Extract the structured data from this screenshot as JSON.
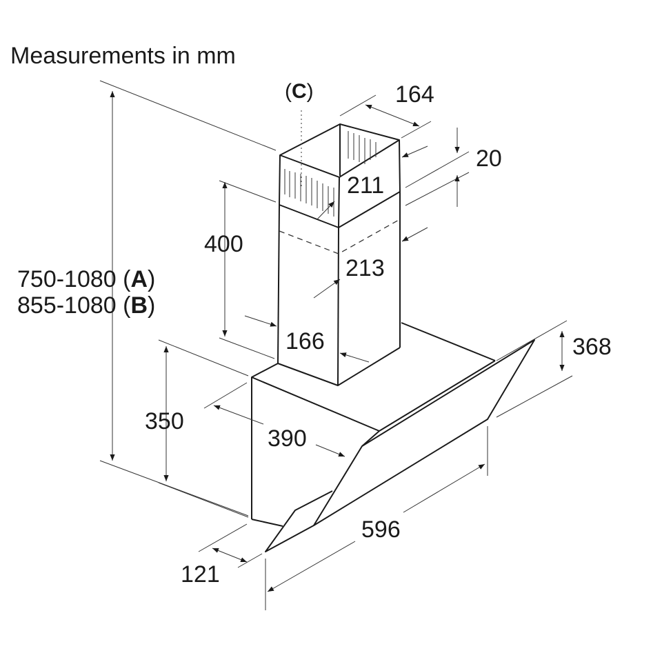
{
  "title": "Measurements in mm",
  "dimensions": {
    "total_height_a": "750-1080 (",
    "a": "A",
    "total_height_b": "855-1080 (",
    "b": "B",
    "close": ")",
    "chimney_lower": "400",
    "hood_height": "350",
    "chimney_width_top": "164",
    "overlap": "20",
    "c_open": "(",
    "c": "C",
    "c_close": ")",
    "inner_depth": "211",
    "outer_depth": "213",
    "chimney_width": "166",
    "glass_height": "368",
    "depth": "390",
    "width": "596",
    "front_offset": "121"
  }
}
